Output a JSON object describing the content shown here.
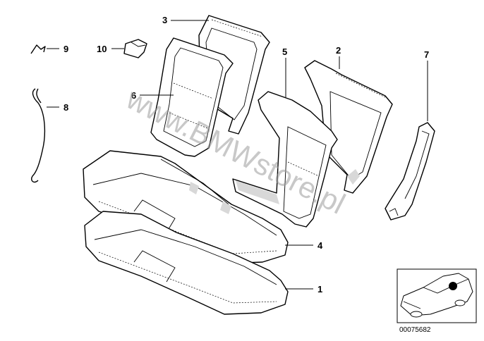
{
  "parts": [
    {
      "id": "1",
      "label": "1"
    },
    {
      "id": "2",
      "label": "2"
    },
    {
      "id": "3",
      "label": "3"
    },
    {
      "id": "4",
      "label": "4"
    },
    {
      "id": "5",
      "label": "5"
    },
    {
      "id": "6",
      "label": "6"
    },
    {
      "id": "7",
      "label": "7"
    },
    {
      "id": "8",
      "label": "8"
    },
    {
      "id": "9",
      "label": "9"
    },
    {
      "id": "10",
      "label": "10"
    }
  ],
  "watermark": "www.BMWstore.pl",
  "reference_number": "00075682",
  "colors": {
    "line": "#000000",
    "shade": "#d8d8d8",
    "watermark": "#9a9a9a",
    "background": "#ffffff"
  }
}
